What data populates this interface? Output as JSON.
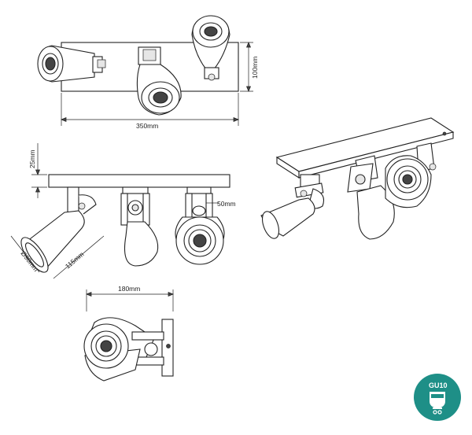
{
  "dimensions": {
    "top_view_width": "350mm",
    "top_view_height": "100mm",
    "front_view_height": "25mm",
    "spot_offset": "50mm",
    "shade_diameter": "Ø90mm",
    "shade_length": "115mm",
    "side_view_depth": "180mm"
  },
  "badge": {
    "label": "GU10",
    "color": "#1e8f87",
    "icon": "gu10-bulb-icon"
  }
}
